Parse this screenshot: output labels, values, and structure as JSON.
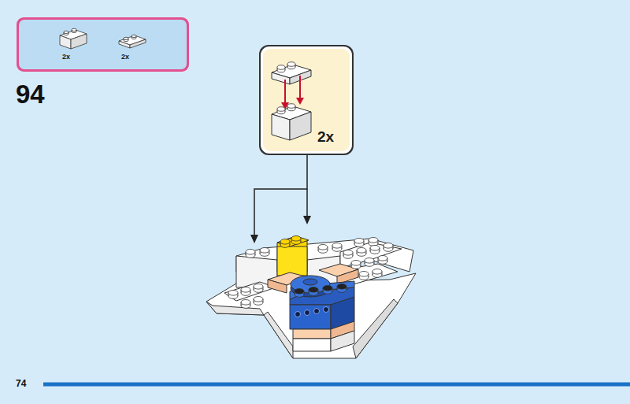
{
  "diagram": {
    "nodes": [
      {
        "text": [
          "2x",
          "2x"
        ]
      },
      {
        "text": [
          "2x"
        ]
      }
    ],
    "labels": [
      "94",
      "74"
    ]
  }
}
